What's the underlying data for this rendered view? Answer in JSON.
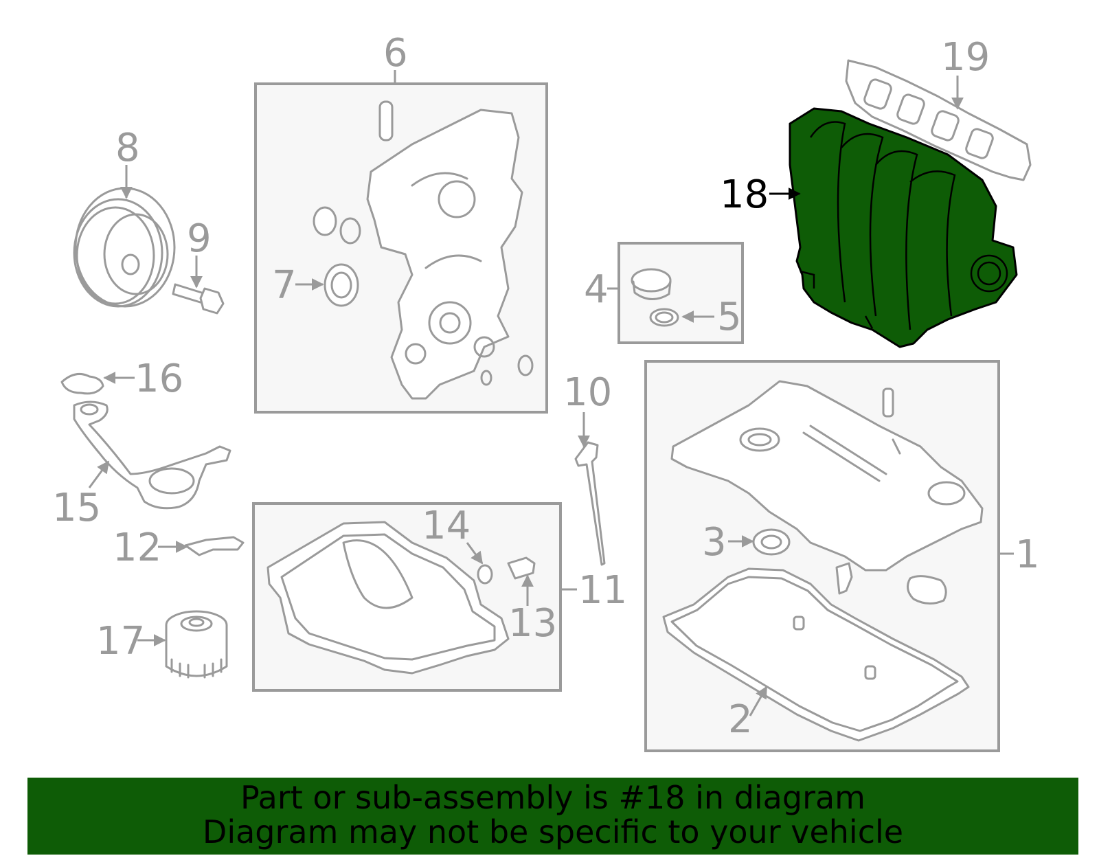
{
  "diagram": {
    "highlight_color": "#0e5c06",
    "highlighted_part": "18",
    "callouts": [
      "1",
      "2",
      "3",
      "4",
      "5",
      "6",
      "7",
      "8",
      "9",
      "10",
      "11",
      "12",
      "13",
      "14",
      "15",
      "16",
      "17",
      "18",
      "19"
    ]
  },
  "banner": {
    "line1": "Part or sub-assembly is #18 in diagram",
    "line2": "Diagram may not be specific to your vehicle",
    "color": "#0e5c06"
  }
}
